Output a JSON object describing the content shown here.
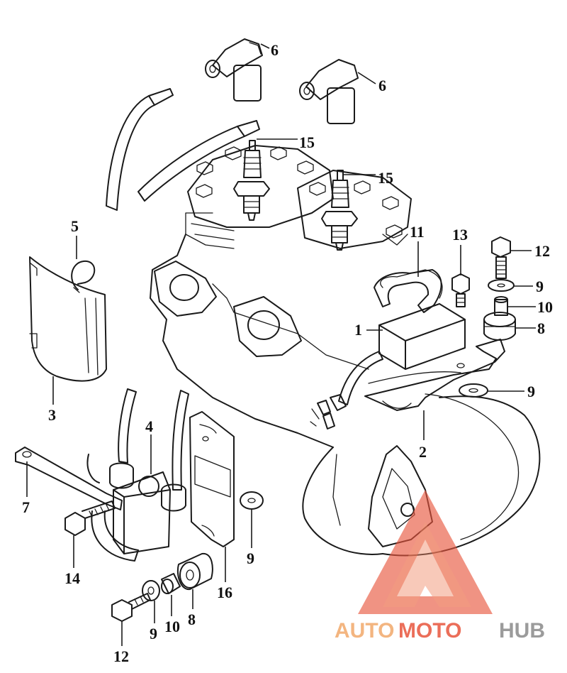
{
  "diagram": {
    "callouts": [
      "6",
      "6",
      "15",
      "15",
      "5",
      "11",
      "13",
      "12",
      "9",
      "10",
      "8",
      "1",
      "9",
      "2",
      "3",
      "4",
      "7",
      "14",
      "9",
      "16",
      "8",
      "10",
      "9",
      "12"
    ]
  },
  "watermark": {
    "part_a": "AUTO",
    "part_b": "MOTO",
    "part_c": "HUB",
    "color_a": "#f2a96a",
    "color_b": "#e8553d",
    "color_c": "#8a8a8a"
  }
}
